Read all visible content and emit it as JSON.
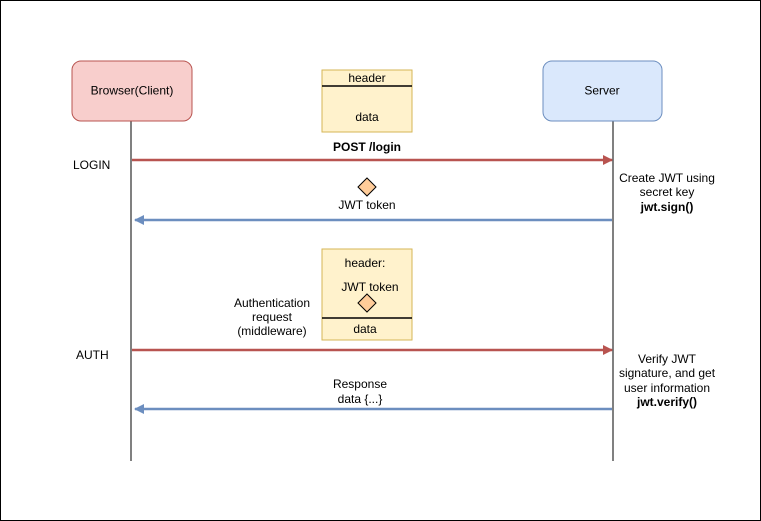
{
  "participants": {
    "client": {
      "label": "Browser(Client)",
      "fill": "#f8cecc",
      "stroke": "#b85450"
    },
    "server": {
      "label": "Server",
      "fill": "#dae8fc",
      "stroke": "#6c8ebf"
    }
  },
  "packet_login": {
    "header": "header",
    "body": "data"
  },
  "packet_auth": {
    "header": "header:",
    "token": "JWT token",
    "body": "data"
  },
  "note_fill": "#fff2cc",
  "note_stroke": "#d6b656",
  "token_fill": "#ffcc99",
  "messages": {
    "post_login": "POST /login",
    "jwt_token": "JWT token",
    "auth_request": [
      "Authentication",
      "request",
      "(middleware)"
    ],
    "response": [
      "Response",
      "data {...}"
    ]
  },
  "phase_labels": {
    "login": "LOGIN",
    "auth": "AUTH"
  },
  "server_notes": {
    "sign": [
      "Create JWT using",
      "secret key",
      "jwt.sign()"
    ],
    "verify": [
      "Verify JWT",
      "signature, and get",
      "user information",
      "jwt.verify()"
    ]
  },
  "arrow_colors": {
    "request": "#b85450",
    "response": "#6c8ebf"
  }
}
